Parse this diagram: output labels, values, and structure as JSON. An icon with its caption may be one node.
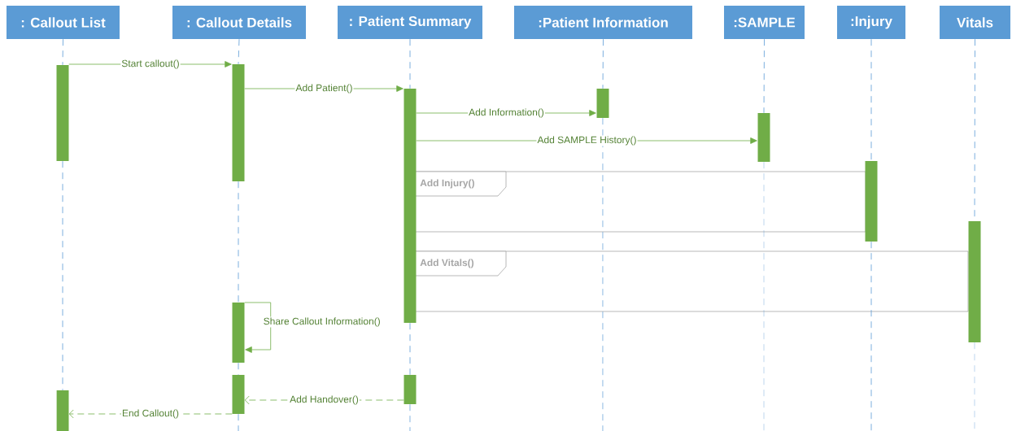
{
  "diagram": {
    "nodes": [
      {
        "text": [
          ": Callout List"
        ]
      },
      {
        "text": [
          ": Callout Details"
        ]
      },
      {
        "text": [
          ": Patient Summary"
        ]
      },
      {
        "text": [
          ":Patient Information"
        ]
      },
      {
        "text": [
          ":SAMPLE"
        ]
      },
      {
        "text": [
          ":Injury"
        ]
      },
      {
        "text": [
          "Vitals"
        ]
      },
      {
        "text": [],
        "shape": "bar"
      },
      {
        "text": [],
        "shape": "bar"
      },
      {
        "text": [],
        "shape": "bar"
      },
      {
        "text": [],
        "shape": "bar"
      },
      {
        "text": [],
        "shape": "bar"
      },
      {
        "text": [],
        "shape": "bar"
      },
      {
        "text": [],
        "shape": "bar"
      },
      {
        "text": [],
        "shape": "bar"
      },
      {
        "text": [],
        "shape": "bar"
      },
      {
        "text": [],
        "shape": "bar"
      },
      {
        "text": [],
        "shape": "bar"
      },
      {
        "text": [
          "Add Injury()"
        ]
      },
      {
        "text": [
          "Add Vitals()"
        ]
      }
    ],
    "edges": [
      {
        "from": 7,
        "to": 9,
        "arrow": "to",
        "label": "Start callout()",
        "color": "#70ad47"
      },
      {
        "from": 9,
        "to": 12,
        "arrow": "to",
        "label": "Add Patient()",
        "color": "#70ad47"
      },
      {
        "from": 12,
        "to": 14,
        "arrow": "to",
        "label": "Add Information()",
        "color": "#70ad47"
      },
      {
        "from": 12,
        "to": 15,
        "arrow": "to",
        "label": "Add SAMPLE History()",
        "color": "#70ad47"
      },
      {
        "from": 10,
        "to": 10,
        "arrow": "to",
        "label": "Share Callout Information()",
        "color": "#70ad47"
      },
      {
        "from": 13,
        "to": 11,
        "arrow": "to",
        "label": "Add Handover()",
        "style": "dashed",
        "color": "#70ad47"
      },
      {
        "from": 11,
        "to": 8,
        "arrow": "to",
        "label": "End Callout()",
        "style": "dashed",
        "color": "#70ad47"
      },
      {
        "from": 0,
        "to": 7,
        "arrow": "none",
        "style": "dashed"
      },
      {
        "from": 7,
        "to": 8,
        "arrow": "none",
        "style": "dashed"
      },
      {
        "from": 1,
        "to": 9,
        "arrow": "none",
        "style": "dashed"
      },
      {
        "from": 9,
        "to": 10,
        "arrow": "none",
        "style": "dashed"
      },
      {
        "from": 10,
        "to": 11,
        "arrow": "none",
        "style": "dashed"
      },
      {
        "from": 11,
        "to": null,
        "arrow": "none",
        "style": "dashed"
      },
      {
        "from": 2,
        "to": 12,
        "arrow": "none",
        "style": "dashed"
      },
      {
        "from": 12,
        "to": 13,
        "arrow": "none",
        "style": "dashed"
      },
      {
        "from": 13,
        "to": null,
        "arrow": "none",
        "style": "dashed"
      },
      {
        "from": 3,
        "to": 14,
        "arrow": "none",
        "style": "dashed"
      },
      {
        "from": 14,
        "to": null,
        "arrow": "none",
        "style": "dashed"
      },
      {
        "from": 4,
        "to": 15,
        "arrow": "none",
        "style": "dashed"
      },
      {
        "from": 15,
        "to": null,
        "arrow": "none",
        "style": "dashed"
      },
      {
        "from": 5,
        "to": 16,
        "arrow": "none",
        "style": "dashed"
      },
      {
        "from": 16,
        "to": null,
        "arrow": "none",
        "style": "dashed"
      },
      {
        "from": 6,
        "to": 17,
        "arrow": "none",
        "style": "dashed"
      },
      {
        "from": 17,
        "to": null,
        "arrow": "none",
        "style": "dashed"
      }
    ]
  }
}
